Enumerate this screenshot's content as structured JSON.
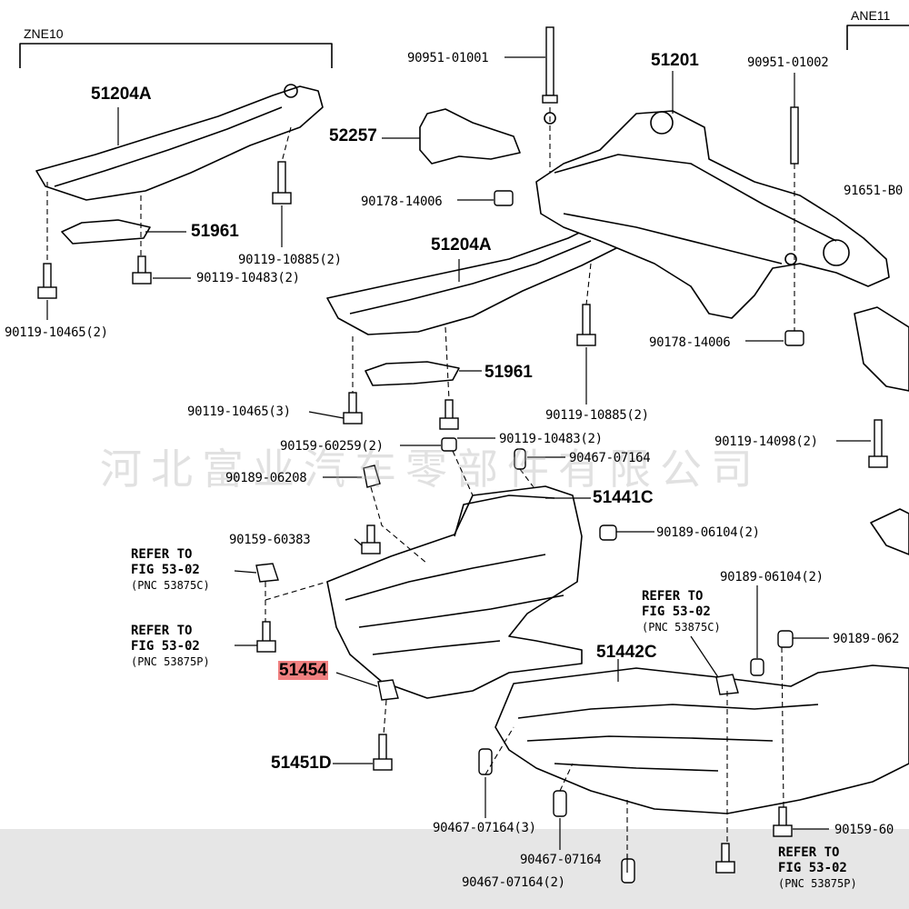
{
  "groups": {
    "left": "ZNE10",
    "right": "ANE11"
  },
  "watermark": "河北富业汽车零部件有限公司",
  "labels": {
    "p51204a_top": "51204A",
    "p51204a_mid": "51204A",
    "p51961_top": "51961",
    "p51961_mid": "51961",
    "p51201": "51201",
    "p52257": "52257",
    "p90951_01001": "90951-01001",
    "p90951_01002": "90951-01002",
    "p91651": "91651-B0",
    "p90178_a": "90178-14006",
    "p90178_b": "90178-14006",
    "p10885_a": "90119-10885(2)",
    "p10885_b": "90119-10885(2)",
    "p10483_a": "90119-10483(2)",
    "p10483_b": "90119-10483(2)",
    "p10465_a": "90119-10465(2)",
    "p10465_b": "90119-10465(3)",
    "p14098": "90119-14098(2)",
    "p60259": "90159-60259(2)",
    "p07164_a": "90467-07164",
    "p06208": "90189-06208",
    "p51441c": "51441C",
    "p06104_a": "90189-06104(2)",
    "p60383": "90159-60383",
    "p06104_b": "90189-06104(2)",
    "p062": "90189-062",
    "p51442c": "51442C",
    "p51454": "51454",
    "p51451d": "51451D",
    "p07164_b": "90467-07164(3)",
    "p07164_c": "90467-07164",
    "p07164_d": "90467-07164(2)",
    "p60_br": "90159-60"
  },
  "refs": [
    {
      "line1": "REFER TO",
      "line2": "FIG 53-02",
      "line3": "(PNC 53875C)"
    },
    {
      "line1": "REFER TO",
      "line2": "FIG 53-02",
      "line3": "(PNC 53875P)"
    },
    {
      "line1": "REFER TO",
      "line2": "FIG 53-02",
      "line3": "(PNC 53875C)"
    },
    {
      "line1": "REFER TO",
      "line2": "FIG 53-02",
      "line3": "(PNC 53875P)"
    }
  ],
  "highlight_color": "#f08080"
}
